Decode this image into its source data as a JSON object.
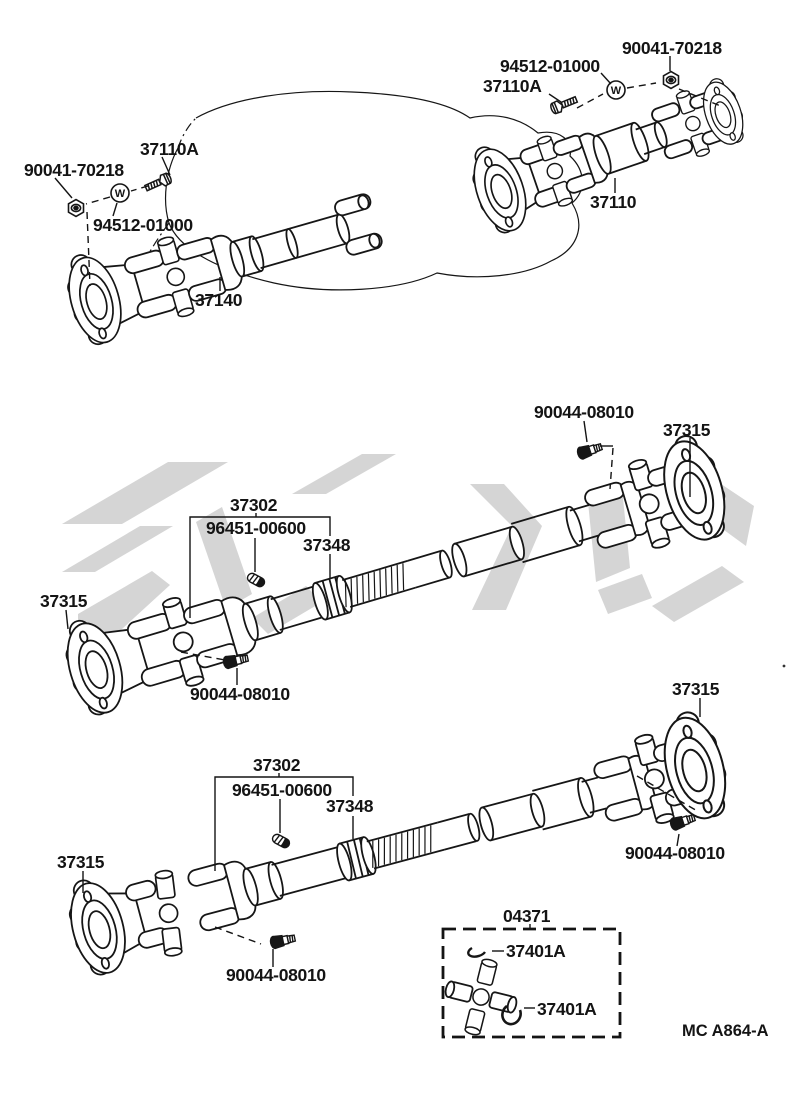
{
  "diagram": {
    "footer_code": "MC A864-A",
    "washer_symbol": "W",
    "background_color": "#ffffff",
    "ink_color": "#161616",
    "watermark_color": "#d5d5d5"
  },
  "labels": {
    "top_right_nut": "90041-70218",
    "top_right_washer": "94512-01000",
    "top_right_bolt": "37110A",
    "shaft_rear": "37110",
    "top_left_bolt": "37110A",
    "top_left_nut": "90041-70218",
    "top_left_washer": "94512-01000",
    "shaft_front": "37140",
    "mid_fitting_right": "90044-08010",
    "mid_flange_right": "37315",
    "mid_shaft": "37302",
    "mid_pin": "96451-00600",
    "mid_spacer": "37348",
    "mid_flange_left": "37315",
    "mid_fitting_left": "90044-08010",
    "low_flange_right": "37315",
    "low_shaft": "37302",
    "low_pin": "96451-00600",
    "low_spacer": "37348",
    "low_fitting_right": "90044-08010",
    "low_flange_left": "37315",
    "low_fitting_left": "90044-08010",
    "kit": "04371",
    "kit_ring_top": "37401A",
    "kit_ring_bottom": "37401A"
  }
}
